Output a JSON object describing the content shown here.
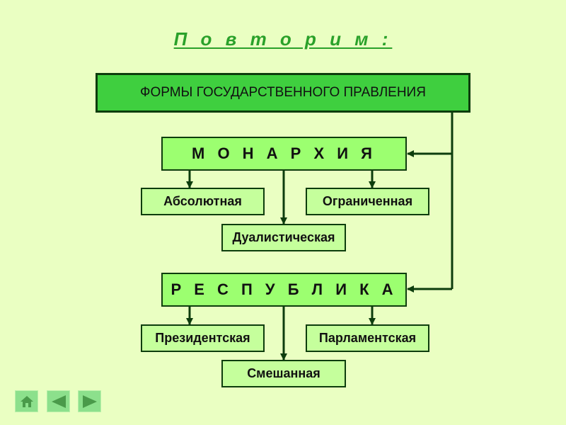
{
  "title": "П о в т о р и м :",
  "root": "ФОРМЫ ГОСУДАРСТВЕННОГО ПРАВЛЕНИЯ",
  "monarchy": {
    "label": "М О Н А Р Х И Я",
    "types": [
      "Абсолютная",
      "Ограниченная",
      "Дуалистическая"
    ]
  },
  "republic": {
    "label": "Р Е С П У Б Л И К А",
    "types": [
      "Президентская",
      "Парламентская",
      "Смешанная"
    ]
  },
  "colors": {
    "background": "#eaffc2",
    "title": "#2aa12a",
    "root_box": "#3fcf3f",
    "category_box": "#9cff70",
    "sub_box": "#c5ff9c",
    "connector": "#0d3d0d"
  },
  "nav": {
    "home_icon": "home-icon",
    "back_icon": "arrow-left-icon",
    "forward_icon": "arrow-right-icon"
  }
}
